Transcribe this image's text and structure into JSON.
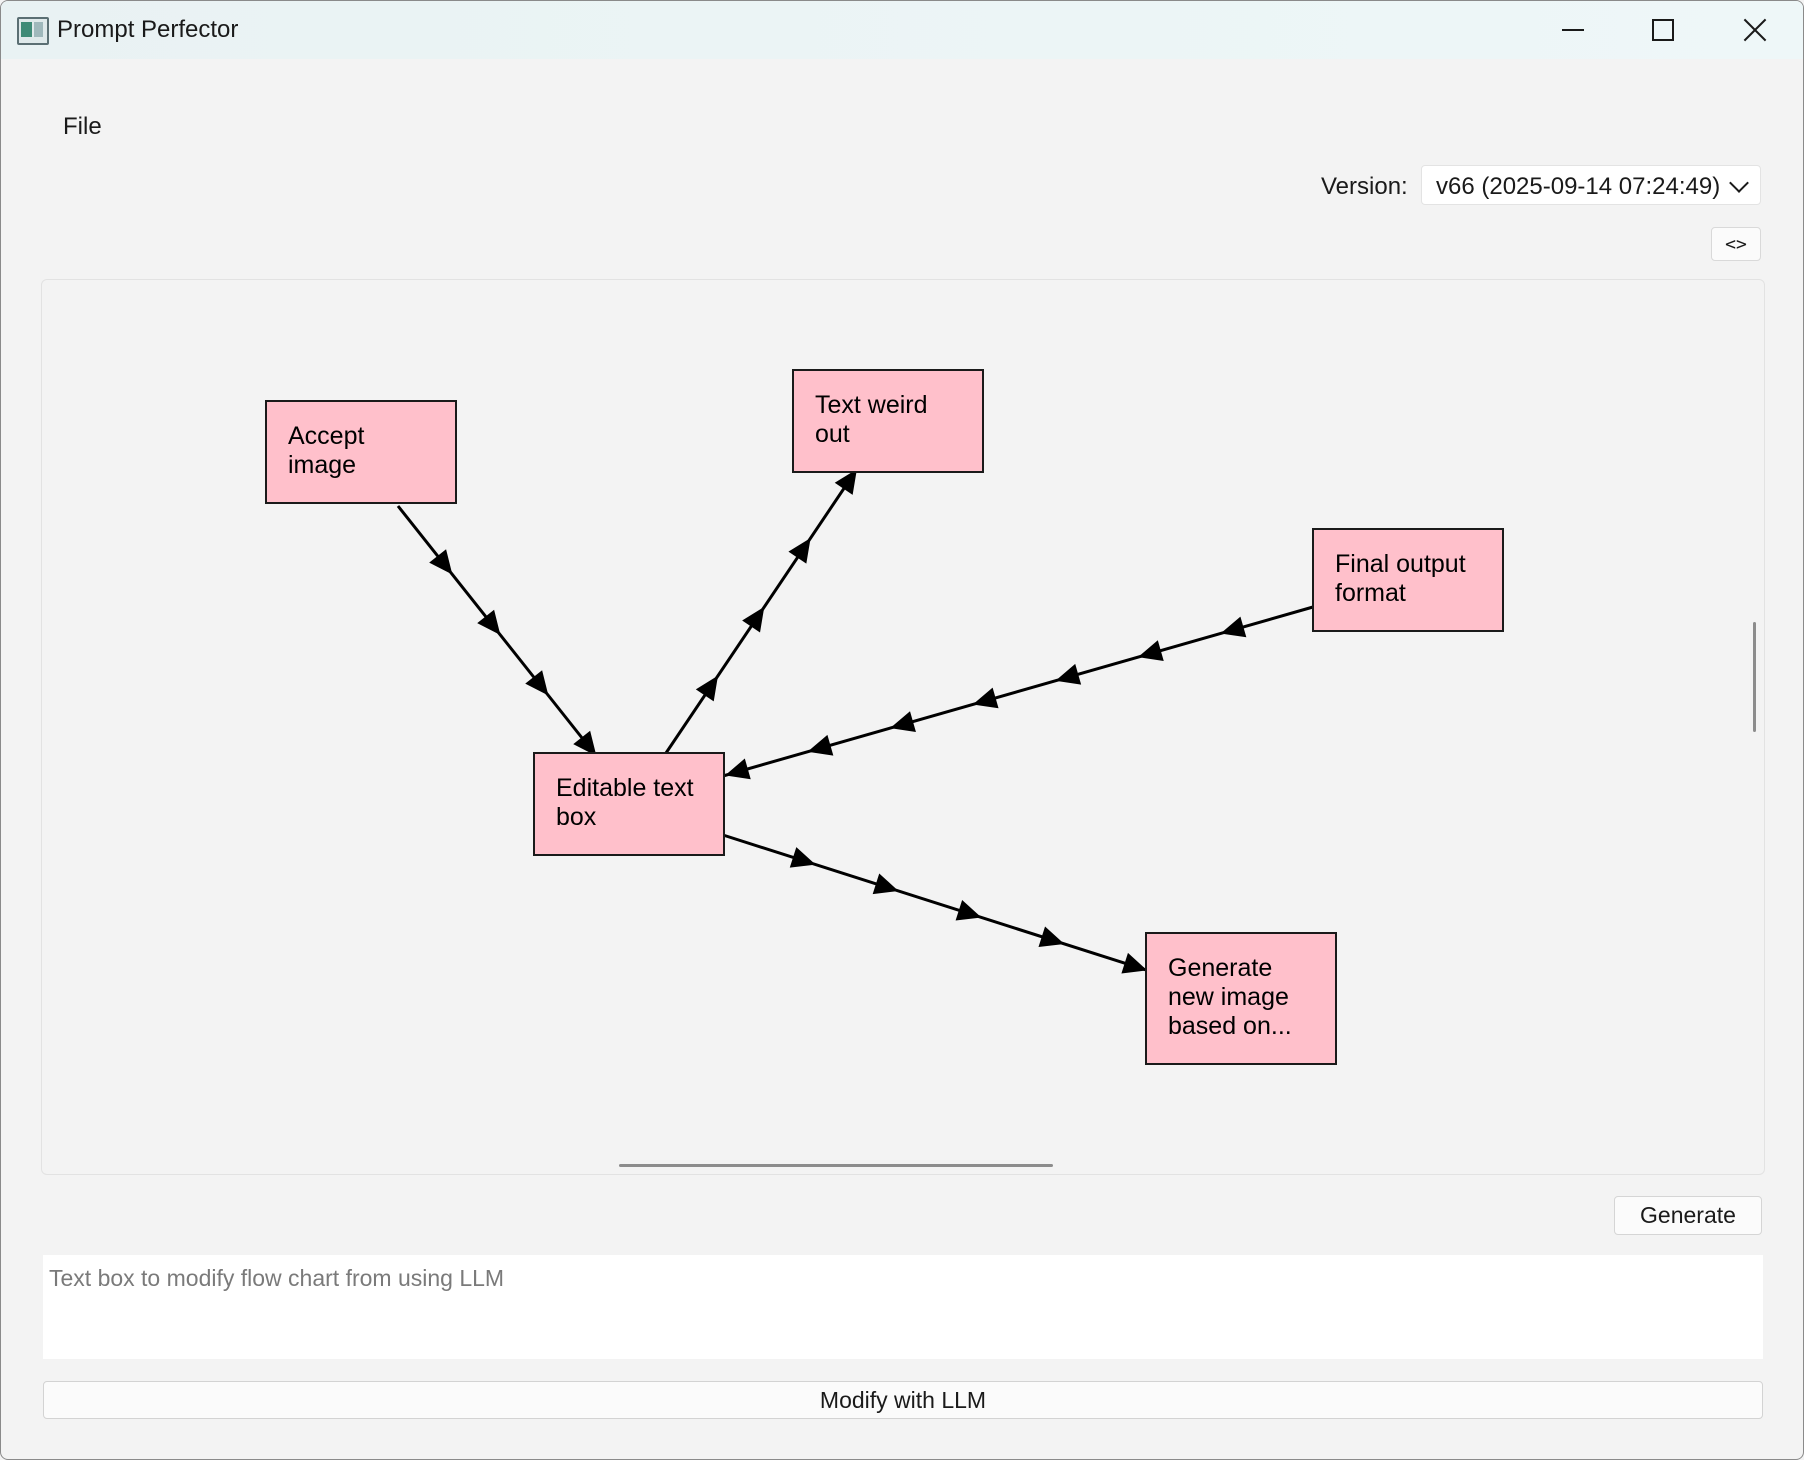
{
  "window": {
    "title": "Prompt Perfector",
    "icon": "app-icon"
  },
  "menu": {
    "file_label": "File"
  },
  "version": {
    "label": "Version:",
    "selected": "v66 (2025-09-14 07:24:49)"
  },
  "toolbar": {
    "toggle_label": "<>"
  },
  "flowchart": {
    "node_color": "#ffc0cb",
    "nodes": [
      {
        "id": "accept-image",
        "label": "Accept image"
      },
      {
        "id": "text-weird-out",
        "label": "Text weird out"
      },
      {
        "id": "final-output-format",
        "label": "Final output format"
      },
      {
        "id": "editable-text-box",
        "label": "Editable text box"
      },
      {
        "id": "generate-new-image",
        "label": "Generate new image based on..."
      }
    ],
    "edges": [
      {
        "from": "accept-image",
        "to": "editable-text-box"
      },
      {
        "from": "editable-text-box",
        "to": "text-weird-out"
      },
      {
        "from": "final-output-format",
        "to": "editable-text-box"
      },
      {
        "from": "editable-text-box",
        "to": "generate-new-image"
      }
    ]
  },
  "actions": {
    "generate_label": "Generate",
    "modify_label": "Modify with LLM"
  },
  "prompt": {
    "placeholder": "Text box to modify flow chart from using LLM",
    "value": ""
  }
}
